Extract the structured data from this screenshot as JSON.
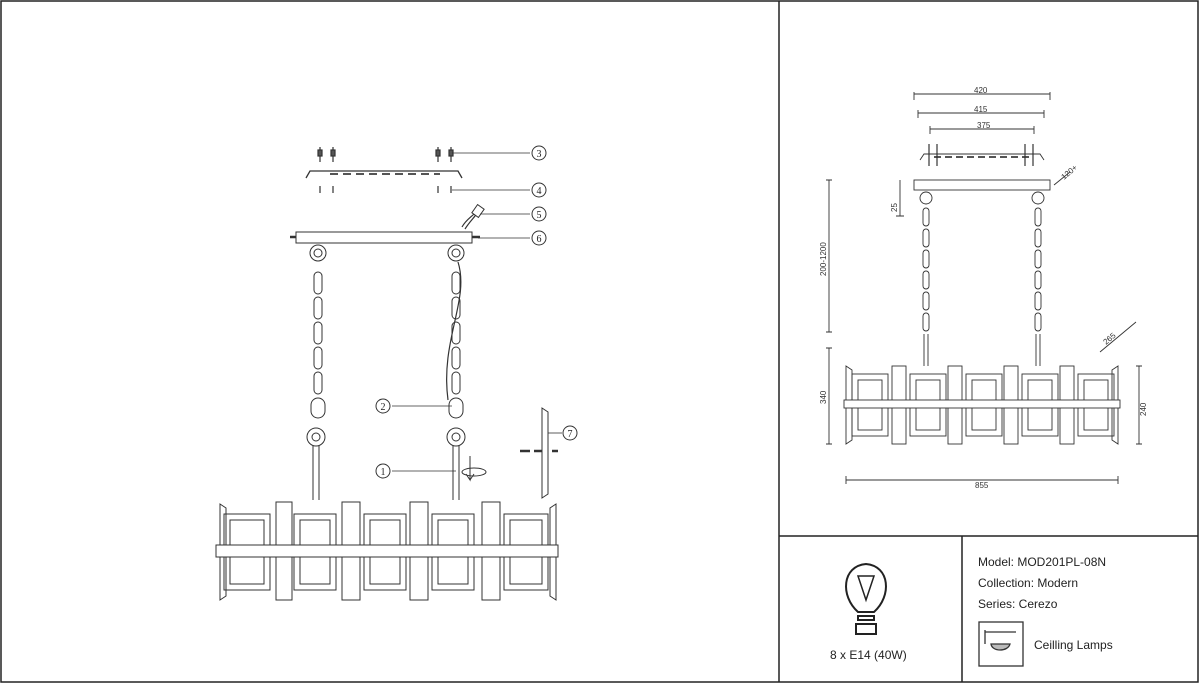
{
  "callouts": [
    "①",
    "②",
    "③",
    "④",
    "⑤",
    "⑥",
    "⑦"
  ],
  "dimensions": {
    "top_width_outer": "420",
    "top_width_mid": "415",
    "top_width_inner": "375",
    "canopy_offset": "120+",
    "canopy_height": "25",
    "suspension_range": "200-1200",
    "body_height": "340",
    "shade_depth": "265",
    "shade_height": "240",
    "overall_length": "855"
  },
  "bulb": {
    "spec": "8 x E14 (40W)"
  },
  "info": {
    "model": "Model: MOD201PL-08N",
    "collection": "Collection: Modern",
    "series": "Series: Cerezo",
    "category": "Ceilling Lamps"
  }
}
